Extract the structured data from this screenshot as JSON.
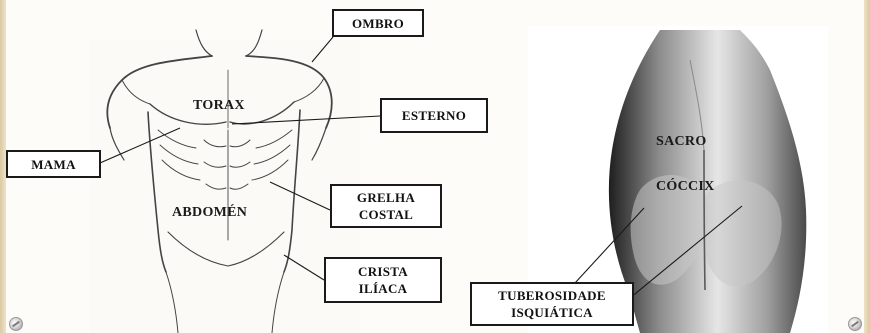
{
  "torso_labels": {
    "ombro": "OMBRO",
    "torax": "TORAX",
    "esterno": "ESTERNO",
    "mama": "MAMA",
    "grelha_line1": "GRELHA",
    "grelha_line2": "COSTAL",
    "abdomen": "ABDOMÉN",
    "crista_line1": "CRISTA",
    "crista_line2": "ILÍACA"
  },
  "back_labels": {
    "sacro": "SACRO",
    "coccix": "CÓCCIX",
    "tuberosidade_line1": "TUBEROSIDADE",
    "tuberosidade_line2": "ISQUIÁTICA"
  }
}
